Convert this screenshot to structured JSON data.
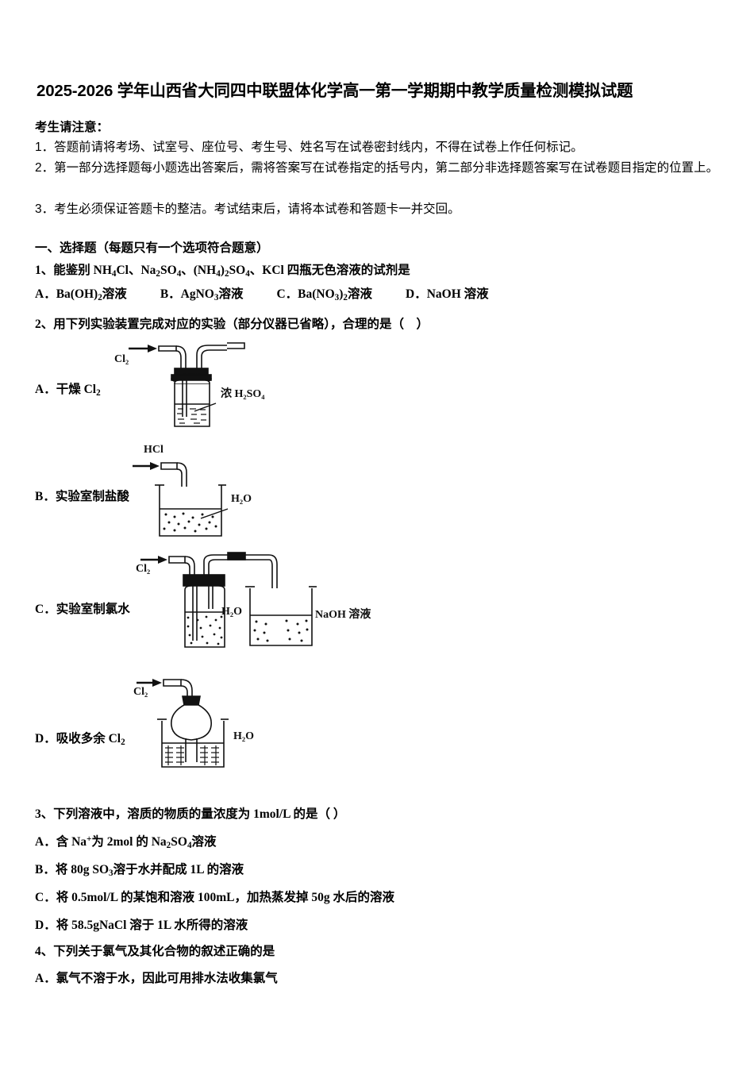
{
  "document": {
    "title": "2025-2026 学年山西省大同四中联盟体化学高一第一学期期中教学质量检测模拟试题",
    "notice_heading": "考生请注意：",
    "notices": [
      "1．答题前请将考场、试室号、座位号、考生号、姓名写在试卷密封线内，不得在试卷上作任何标记。",
      "2．第一部分选择题每小题选出答案后，需将答案写在试卷指定的括号内，第二部分非选择题答案写在试卷题目指定的位置上。",
      "3．考生必须保证答题卡的整洁。考试结束后，请将本试卷和答题卡一并交回。"
    ],
    "section_heading": "一、选择题（每题只有一个选项符合题意）"
  },
  "questions": [
    {
      "number": "1、",
      "stem_html": "1、能鉴别 NH<sub>4</sub>Cl、Na<sub>2</sub>SO<sub>4</sub>、(NH<sub>4</sub>)<sub>2</sub>SO<sub>4</sub>、KCl 四瓶无色溶液的试剂是",
      "options_html": "A．Ba(OH)<sub>2</sub>溶液<span class=\"gap\"></span>B．AgNO<sub>3</sub>溶液<span class=\"gap\"></span>C．Ba(NO<sub>3</sub>)<sub>2</sub>溶液<span class=\"gap\"></span>D．NaOH 溶液"
    },
    {
      "number": "2、",
      "stem_html": "2、用下列实验装置完成对应的实验（部分仪器已省略），合理的是（　）",
      "choices": [
        {
          "label_html": "A．干燥 Cl<sub>2</sub>",
          "figure": "gas-washing-bottle"
        },
        {
          "label_html": "B．实验室制盐酸",
          "figure": "beaker-with-tube"
        },
        {
          "label_html": "C．实验室制氯水",
          "figure": "bottle-and-beaker"
        },
        {
          "label_html": "D．吸收多余 Cl<sub>2</sub>",
          "figure": "inverted-funnel"
        }
      ]
    },
    {
      "number": "3、",
      "stem_html": "3、下列溶液中，溶质的物质的量浓度为 1mol/L 的是（ ）",
      "options_html": [
        "A．含 Na<sup>+</sup>为 2mol 的 Na<sub>2</sub>SO<sub>4</sub>溶液",
        "B．将 80g SO<sub>3</sub>溶于水并配成 1L 的溶液",
        "C．将 0.5mol/L 的某饱和溶液 100mL，加热蒸发掉 50g 水后的溶液",
        "D．将 58.5gNaCl 溶于 1L 水所得的溶液"
      ]
    },
    {
      "number": "4、",
      "stem_html": "4、下列关于氯气及其化合物的叙述正确的是",
      "options_html": [
        "A．氯气不溶于水，因此可用排水法收集氯气"
      ]
    }
  ],
  "figure_labels": {
    "figA_gas": "Cl₂",
    "figA_reagent": "浓 H₂SO₄",
    "figB_gas": "HCl",
    "figB_liquid": "H₂O",
    "figC_gas": "Cl₂",
    "figC_liquid": "H₂O",
    "figC_absorb": "NaOH 溶液",
    "figD_gas": "Cl₂",
    "figD_liquid": "H₂O"
  },
  "colors": {
    "ink": "#000000",
    "page": "#ffffff"
  }
}
